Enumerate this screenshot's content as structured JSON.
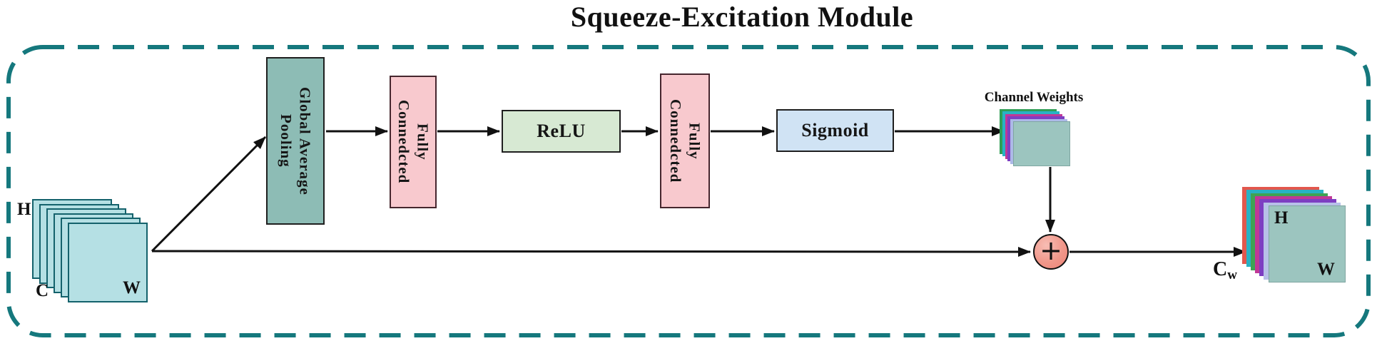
{
  "title": "Squeeze-Excitation Module",
  "diagram": {
    "input_stack": {
      "label_h": "H",
      "label_c": "C",
      "label_w": "W"
    },
    "blocks": {
      "global_average_pooling": {
        "label": "Global Average\nPooling"
      },
      "fully_connected_1": {
        "label": "Fully\nConnedcted"
      },
      "relu": {
        "label": "ReLU"
      },
      "fully_connected_2": {
        "label": "Fully\nConnedcted"
      },
      "sigmoid": {
        "label": "Sigmoid"
      }
    },
    "channel_weights": {
      "label": "Channel Weights"
    },
    "operator": {
      "symbol": "+"
    },
    "output_stack": {
      "label_h": "H",
      "label_w": "W",
      "label_c": "C",
      "label_c_sub": "w"
    }
  },
  "colors": {
    "dashed_border": "#15787d",
    "input_map_fill": "#b5e0e4",
    "input_map_border": "#14626c",
    "gap_fill": "#8dbcb5",
    "fc_fill": "#f8c9ce",
    "relu_fill": "#d7e9d3",
    "sigmoid_fill": "#d0e3f4",
    "plus_circle_fill": "#ee8376",
    "front_map_fill": "#9cc5bf",
    "weight_stack_layers": [
      "#2f9e55",
      "#28b2c4",
      "#c03897",
      "#7d3ec2",
      "#adb9e8",
      "#9cc5bf"
    ],
    "output_stack_layers": [
      "#e2574d",
      "#28b2c4",
      "#3fa353",
      "#c03897",
      "#7d3ec2",
      "#b7c0e8",
      "#9cc5bf"
    ]
  }
}
